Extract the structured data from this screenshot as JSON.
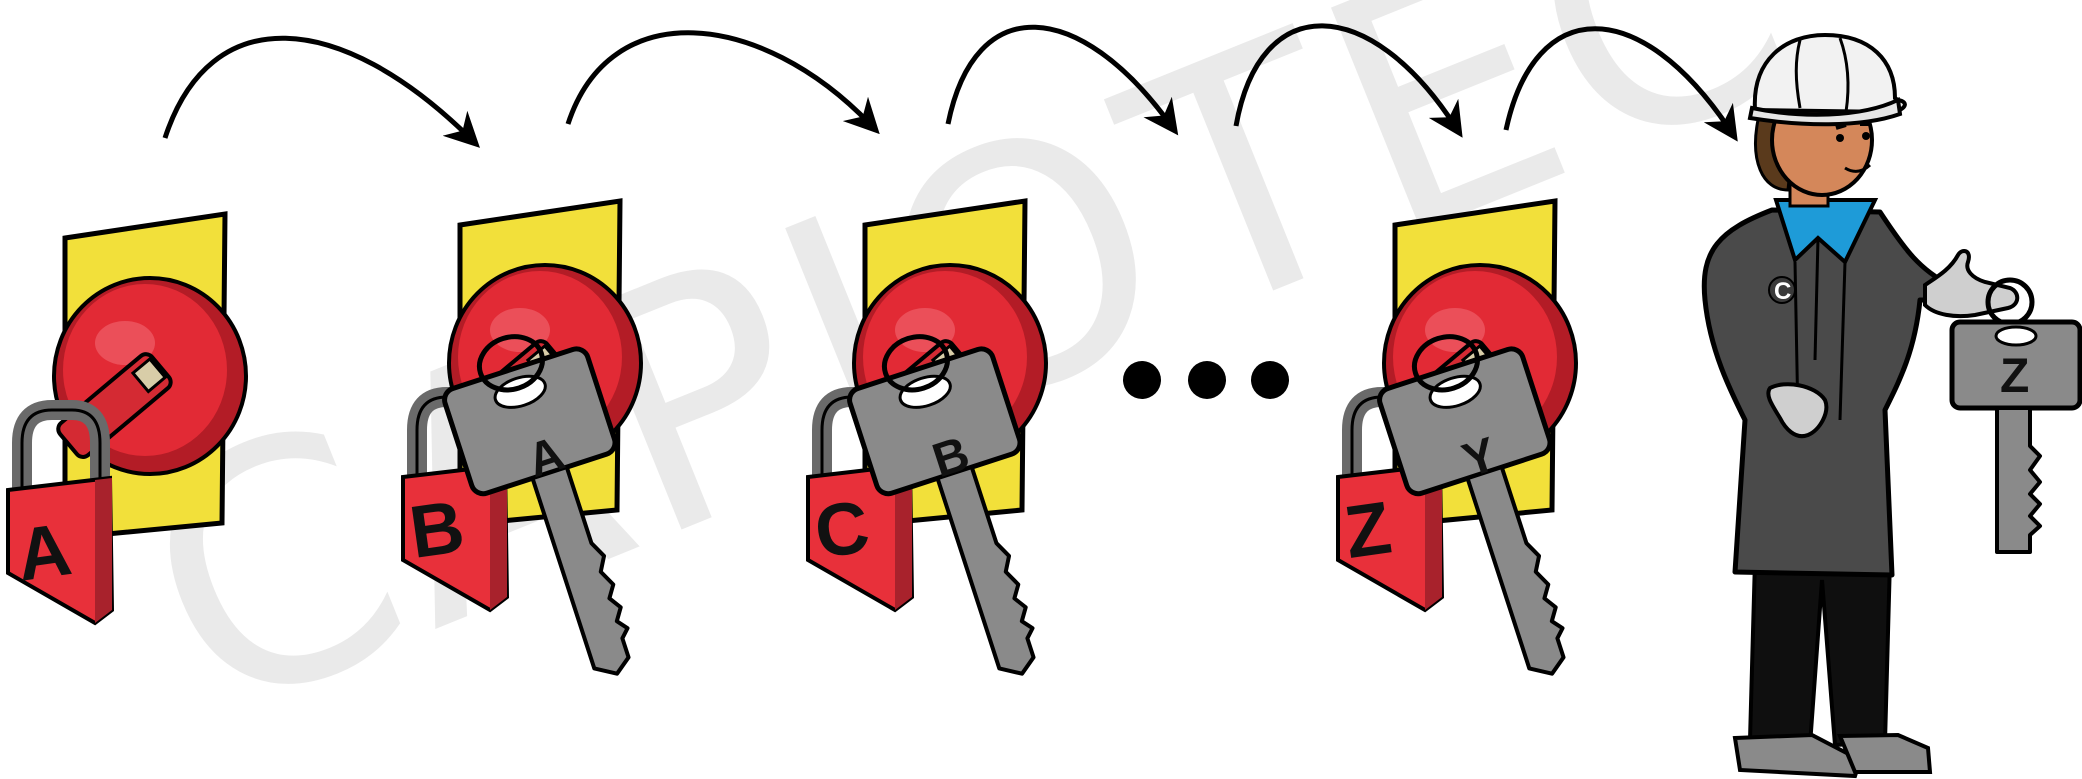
{
  "watermark": {
    "text": "CAPIOTEC"
  },
  "steps": [
    {
      "lock_letter": "A",
      "key_letter": ""
    },
    {
      "lock_letter": "B",
      "key_letter": "A"
    },
    {
      "lock_letter": "C",
      "key_letter": "B"
    },
    {
      "lock_letter": "Z",
      "key_letter": "Y"
    }
  ],
  "worker": {
    "coat_letter": "C",
    "held_key_letter": "Z"
  },
  "colors": {
    "lock_body": "#e8303a",
    "panel": "#f2e03a",
    "button": "#e22a35",
    "key": "#8a8a8a",
    "coat": "#4a4a4a",
    "shirt": "#1e9bd8",
    "skin": "#d4875a",
    "hat": "#f2f2f2"
  }
}
